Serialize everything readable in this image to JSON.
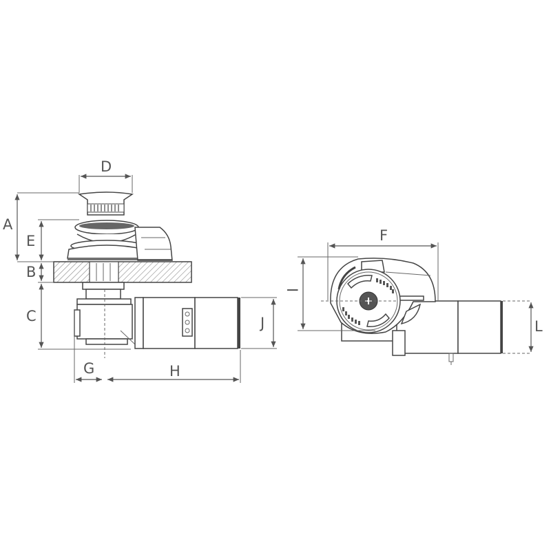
{
  "diagram": {
    "subject": "windlass dimension drawing",
    "views": [
      {
        "name": "side-view",
        "labels": [
          "A",
          "B",
          "C",
          "D",
          "E",
          "G",
          "H",
          "J"
        ]
      },
      {
        "name": "top-view",
        "labels": [
          "F",
          "I",
          "L"
        ]
      }
    ]
  },
  "labels": {
    "A": "A",
    "B": "B",
    "C": "C",
    "D": "D",
    "E": "E",
    "F": "F",
    "G": "G",
    "H": "H",
    "I": "I",
    "J": "J",
    "L": "L"
  },
  "colors": {
    "line": "#555555",
    "hatch": "#888888",
    "background": "#ffffff"
  }
}
